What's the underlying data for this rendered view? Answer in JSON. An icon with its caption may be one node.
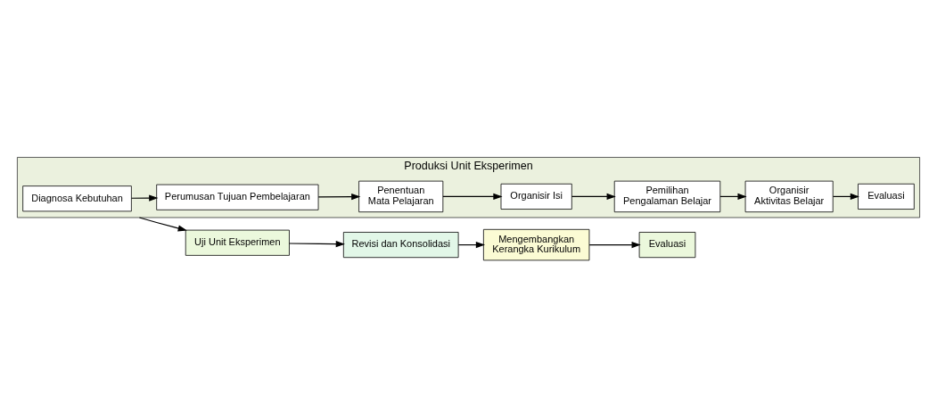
{
  "diagram": {
    "nodes": [
      {
        "text": [
          "Produksi Unit Eksperimen"
        ]
      },
      {
        "text": [
          "Diagnosa Kebutuhan"
        ],
        "in": 0
      },
      {
        "text": [
          "Perumusan Tujuan Pembelajaran"
        ],
        "in": 0
      },
      {
        "text": [
          "Penentuan Mata Pelajaran"
        ],
        "in": 0
      },
      {
        "text": [
          "Organisir Isi"
        ],
        "in": 0
      },
      {
        "text": [
          "Pemilihan Pengalaman Belajar"
        ],
        "in": 0
      },
      {
        "text": [
          "Organisir Aktivitas Belajar"
        ],
        "in": 0
      },
      {
        "text": [
          "Evaluasi"
        ],
        "in": 0
      },
      {
        "text": [
          "Uji Unit Eksperimen"
        ]
      },
      {
        "text": [
          "Revisi dan Konsolidasi"
        ]
      },
      {
        "text": [
          "Mengembangkan Kerangka Kurikulum"
        ]
      },
      {
        "text": [
          "Evaluasi"
        ]
      }
    ],
    "edges": [
      {
        "from": 1,
        "to": 2,
        "arrow": "to"
      },
      {
        "from": 2,
        "to": 3,
        "arrow": "to"
      },
      {
        "from": 3,
        "to": 4,
        "arrow": "to"
      },
      {
        "from": 4,
        "to": 5,
        "arrow": "to"
      },
      {
        "from": 5,
        "to": 6,
        "arrow": "to"
      },
      {
        "from": 6,
        "to": 7,
        "arrow": "to"
      },
      {
        "from": 0,
        "to": 8,
        "arrow": "to"
      },
      {
        "from": 8,
        "to": 9,
        "arrow": "to"
      },
      {
        "from": 9,
        "to": 10,
        "arrow": "to"
      },
      {
        "from": 10,
        "to": 11,
        "arrow": "to"
      }
    ]
  }
}
